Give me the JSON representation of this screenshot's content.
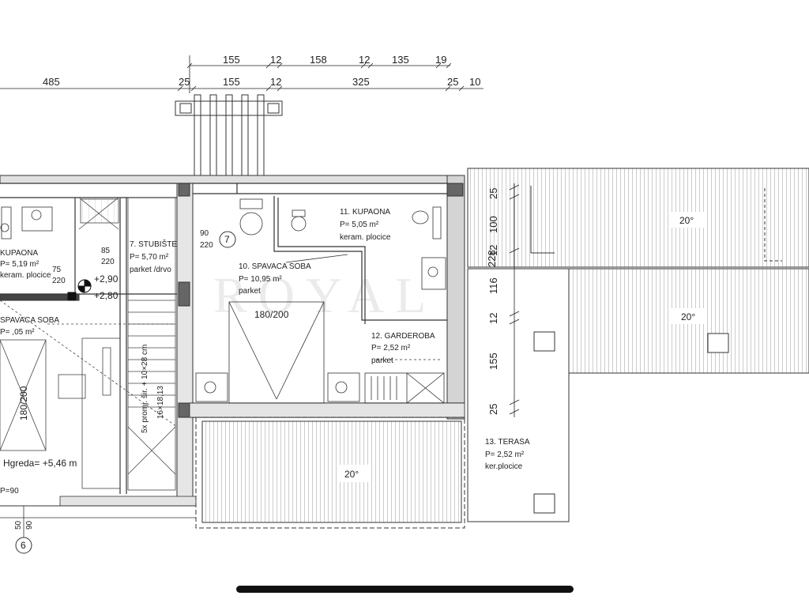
{
  "dimensions": {
    "top_row": [
      "155",
      "12",
      "158",
      "12",
      "135",
      "19"
    ],
    "second_row": [
      "485",
      "25",
      "155",
      "12",
      "325",
      "25",
      "10"
    ],
    "right_col": [
      "25",
      "100",
      "12",
      "116",
      "12",
      "155",
      "25",
      "228"
    ],
    "left_bottom": [
      "50",
      "90"
    ]
  },
  "rooms": {
    "kupaona_left": {
      "name": "KUPAONA",
      "area": "P= 5,19 m²",
      "finish": "keram. plocice"
    },
    "spavaca_left": {
      "name": "SPAVACA SOBA",
      "area": "P= ,05 m²"
    },
    "stubiste": {
      "name": "7. STUBIŠTE",
      "area": "P= 5,70 m²",
      "finish": "parket /drvo"
    },
    "spavaca_10": {
      "name": "10. SPAVACA SOBA",
      "area": "P= 10,95 m²",
      "finish": "parket"
    },
    "kupaona_11": {
      "name": "11. KUPAONA",
      "area": "P= 5,05 m²",
      "finish": "keram. plocice"
    },
    "garderoba_12": {
      "name": "12. GARDEROBA",
      "area": "P= 2,52 m²",
      "finish": "parket"
    },
    "terasa_13": {
      "name": "13. TERASA",
      "area": "P= 2,52 m²",
      "finish": "ker.plocice"
    }
  },
  "annotations": {
    "door_90_220": [
      "90",
      "220"
    ],
    "door_85_220": [
      "85",
      "220"
    ],
    "door_75_220": [
      "75",
      "220"
    ],
    "level_plus_290": "+2,90",
    "level_plus_280": "+2,80",
    "axis_7": "7",
    "axis_6": "6",
    "bed_size_right": "180/200",
    "bed_size_left": "180/200",
    "stair_note_1": "5x promj. šir. + 10×28 cm",
    "stair_note_2": "16×18,13",
    "beam_height": "Hgreda= +5,46 m",
    "p_note": "P=90"
  },
  "roof_pitches": [
    "20°",
    "20°",
    "20°"
  ],
  "watermark": "ROYAL"
}
